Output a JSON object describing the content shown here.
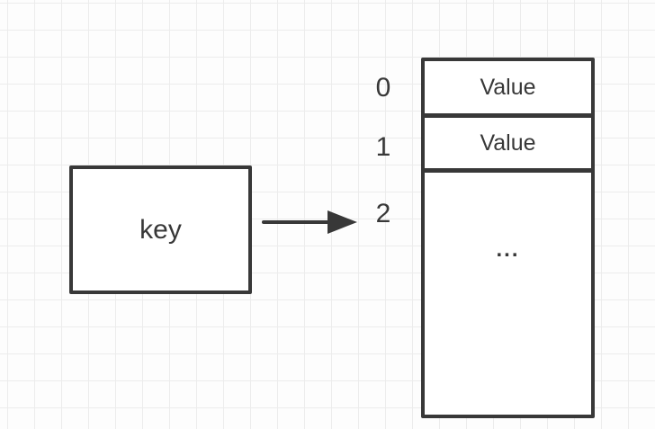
{
  "colors": {
    "stroke": "#383838",
    "text": "#383838",
    "grid": "#ececec",
    "canvas_background": "#fdfdfd",
    "shape_fill": "#ffffff"
  },
  "icons": {
    "arrow": "arrow-right"
  },
  "key_box": {
    "label": "key"
  },
  "array": {
    "index_labels": [
      "0",
      "1",
      "2"
    ],
    "rows": [
      {
        "value": "Value"
      },
      {
        "value": "Value"
      },
      {
        "value": "..."
      }
    ]
  }
}
